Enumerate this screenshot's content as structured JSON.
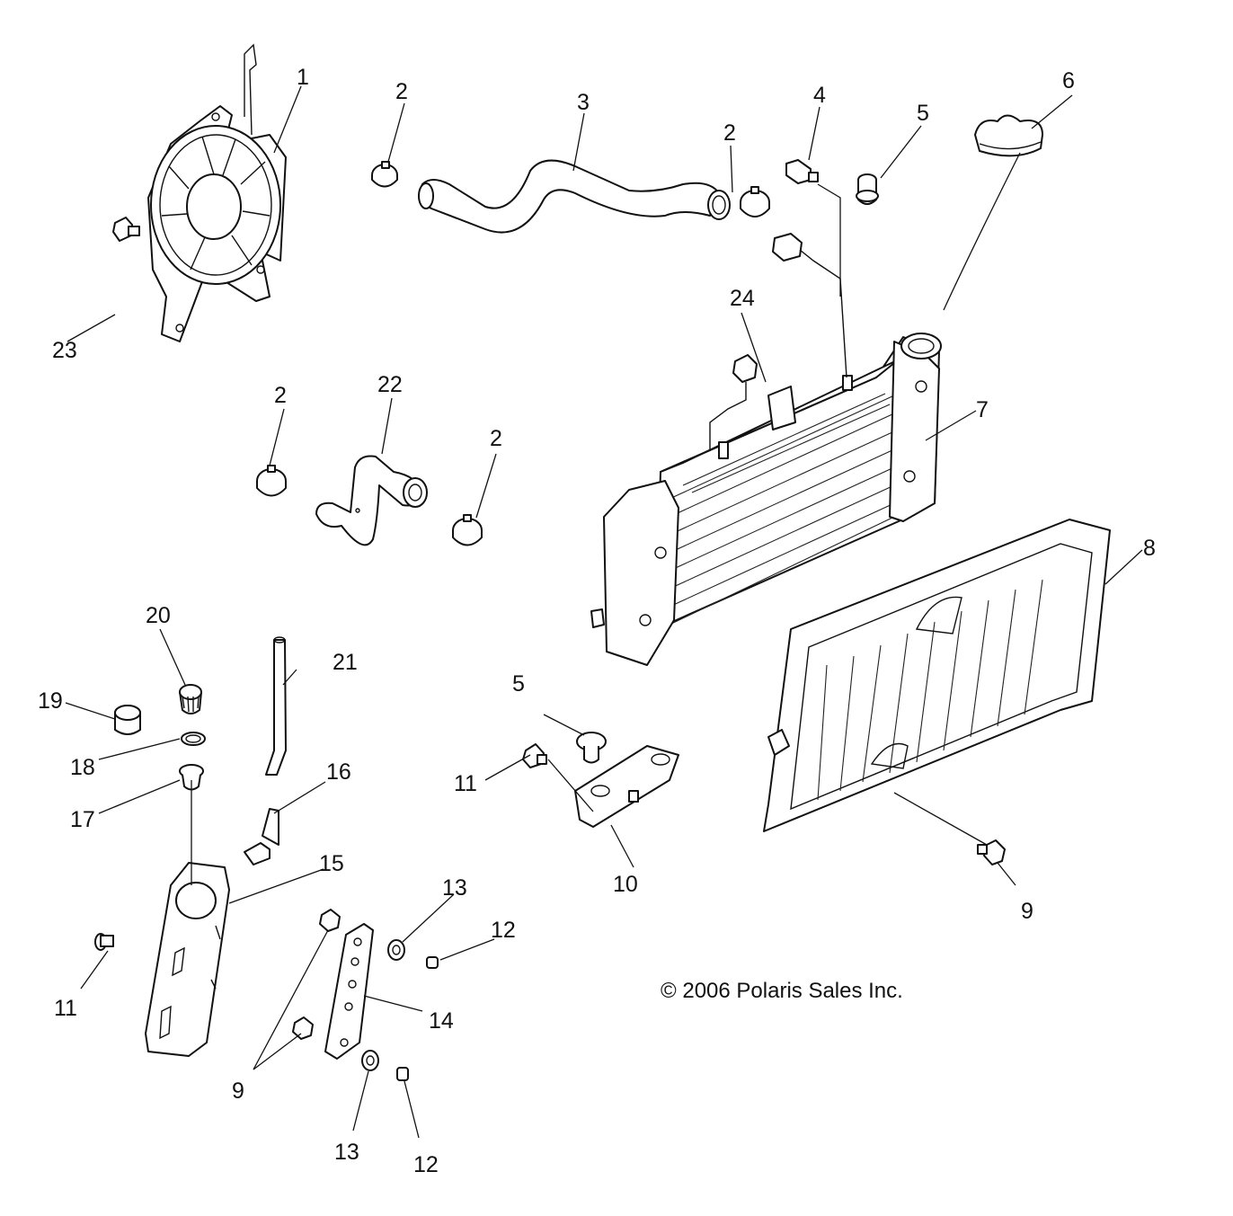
{
  "labels": {
    "l1": "1",
    "l2a": "2",
    "l2b": "2",
    "l2c": "2",
    "l2d": "2",
    "l3": "3",
    "l4": "4",
    "l5a": "5",
    "l5b": "5",
    "l6": "6",
    "l7": "7",
    "l8": "8",
    "l9a": "9",
    "l9b": "9",
    "l10": "10",
    "l11a": "11",
    "l11b": "11",
    "l12a": "12",
    "l12b": "12",
    "l13a": "13",
    "l13b": "13",
    "l14": "14",
    "l15": "15",
    "l16": "16",
    "l17": "17",
    "l18": "18",
    "l19": "19",
    "l20": "20",
    "l21": "21",
    "l22": "22",
    "l23": "23",
    "l24": "24"
  },
  "copyright": "© 2006 Polaris Sales Inc."
}
